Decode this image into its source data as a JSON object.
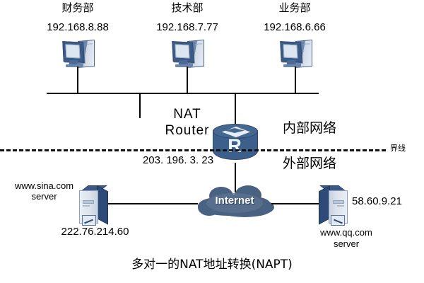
{
  "diagram": {
    "caption": "多对一的NAT地址转换(NAPT)",
    "zones": {
      "internal": "内部网络",
      "external": "外部网络",
      "boundary_label": "界线"
    },
    "router": {
      "title_line1": "NAT",
      "title_line2": "Router",
      "glyph": "R",
      "wan_ip": "203. 196. 3. 23",
      "icon": "router-cylinder-icon"
    },
    "cloud": {
      "label": "Internet",
      "icon": "cloud-icon"
    },
    "hosts": [
      {
        "dept": "财务部",
        "ip": "192.168.8.88",
        "icon": "desktop-pc-icon"
      },
      {
        "dept": "技术部",
        "ip": "192.168.7.77",
        "icon": "desktop-pc-icon"
      },
      {
        "dept": "业务部",
        "ip": "192.168.6.66",
        "icon": "desktop-pc-icon"
      }
    ],
    "servers": [
      {
        "name_line1": "www.sina.com",
        "name_line2": "server",
        "ip": "222.76.214.60",
        "icon": "server-tower-icon"
      },
      {
        "name_line1": "www.qq.com",
        "name_line2": "server",
        "ip": "58.60.9.21",
        "icon": "server-tower-icon"
      }
    ],
    "colors": {
      "wire": "#000000",
      "router_body": "#3d5f8c",
      "cloud": "#4a6282",
      "server_dark": "#2d4a78",
      "background": "#ffffff"
    }
  }
}
